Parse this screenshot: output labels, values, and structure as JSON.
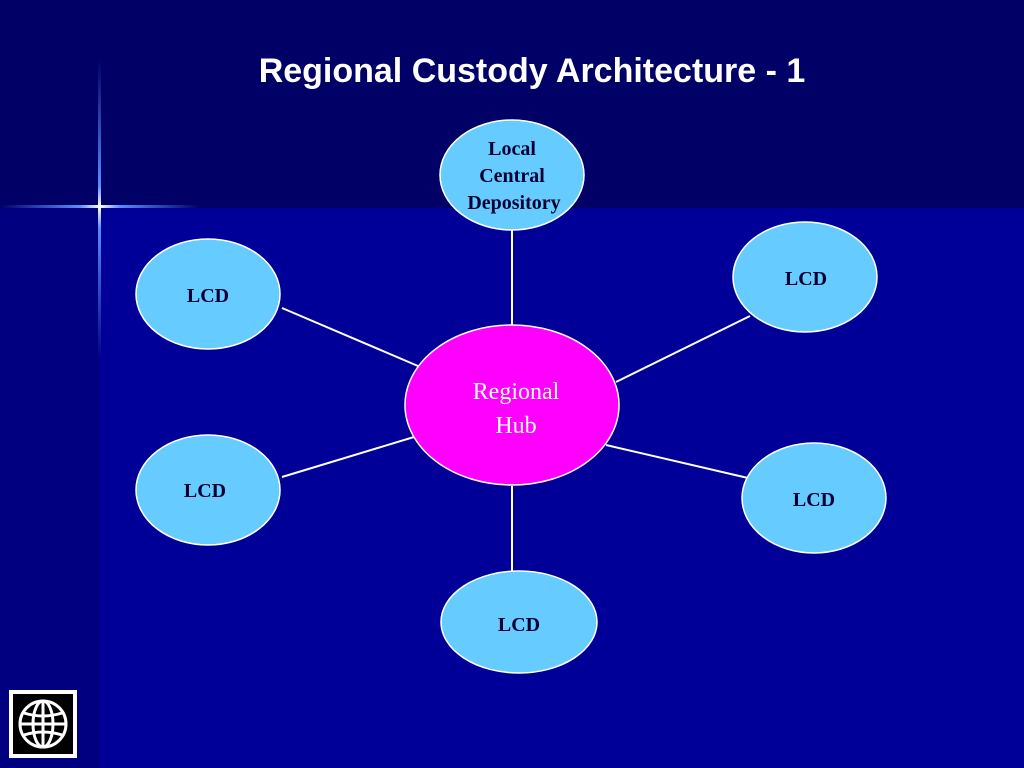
{
  "title": "Regional Custody Architecture - 1",
  "colors": {
    "background_top": "#000066",
    "background_bottom": "#000099",
    "node_fill": "#66ccff",
    "hub_fill": "#ff00ff",
    "connector": "#ffffff"
  },
  "hub": {
    "line1": "Regional",
    "line2": "Hub"
  },
  "nodes": {
    "top": {
      "line1": "Local",
      "line2": "Central",
      "line3": "Depository"
    },
    "left_upper": {
      "label": "LCD"
    },
    "right_upper": {
      "label": "LCD"
    },
    "left_lower": {
      "label": "LCD"
    },
    "right_lower": {
      "label": "LCD"
    },
    "bottom": {
      "label": "LCD"
    }
  },
  "logo": {
    "icon": "globe-icon"
  }
}
